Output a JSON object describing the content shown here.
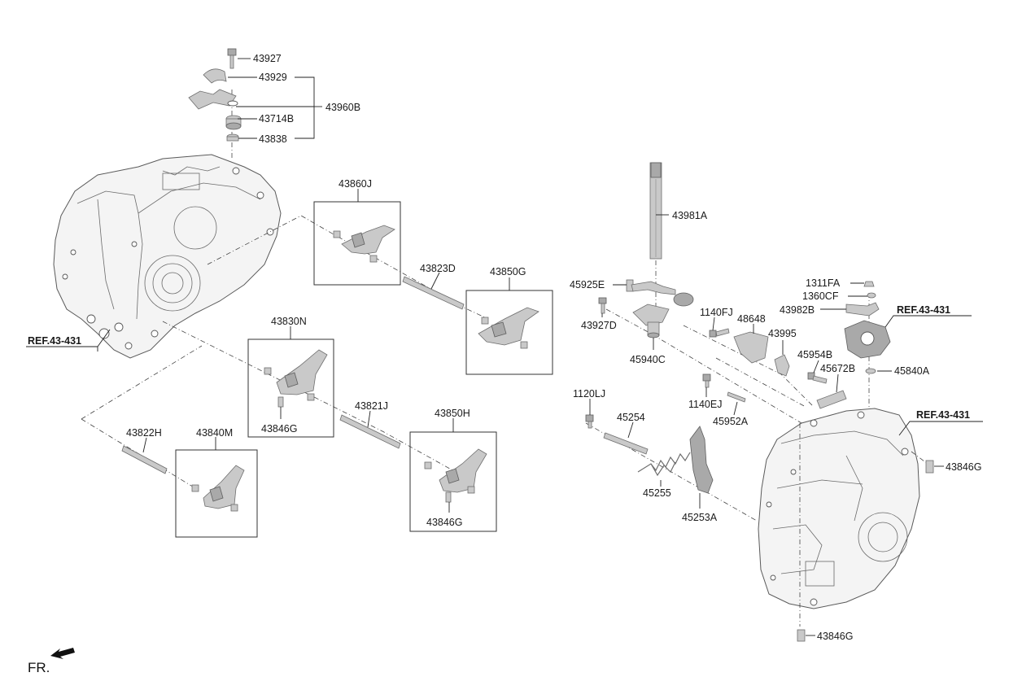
{
  "labels": {
    "p43927": "43927",
    "p43929": "43929",
    "p43960B": "43960B",
    "p43714B": "43714B",
    "p43838": "43838",
    "p43860J": "43860J",
    "p43823D": "43823D",
    "p43850G": "43850G",
    "p43830N": "43830N",
    "p43846G_a": "43846G",
    "p43821J": "43821J",
    "p43850H": "43850H",
    "p43846G_b": "43846G",
    "p43822H": "43822H",
    "p43840M": "43840M",
    "p43981A": "43981A",
    "p45925E": "45925E",
    "p43927D": "43927D",
    "p45940C": "45940C",
    "p1140FJ": "1140FJ",
    "p48648": "48648",
    "p43995": "43995",
    "p45954B": "45954B",
    "p45672B": "45672B",
    "p1311FA": "1311FA",
    "p1360CF": "1360CF",
    "p43982B": "43982B",
    "p45840A": "45840A",
    "p1120LJ": "1120LJ",
    "p45254": "45254",
    "p1140EJ": "1140EJ",
    "p45952A": "45952A",
    "p45255": "45255",
    "p45253A": "45253A",
    "p43846G_c": "43846G",
    "p43846G_d": "43846G"
  },
  "refs": {
    "ref_left": "REF.43-431",
    "ref_right_top": "REF.43-431",
    "ref_right_mid": "REF.43-431"
  },
  "direction": "FR."
}
